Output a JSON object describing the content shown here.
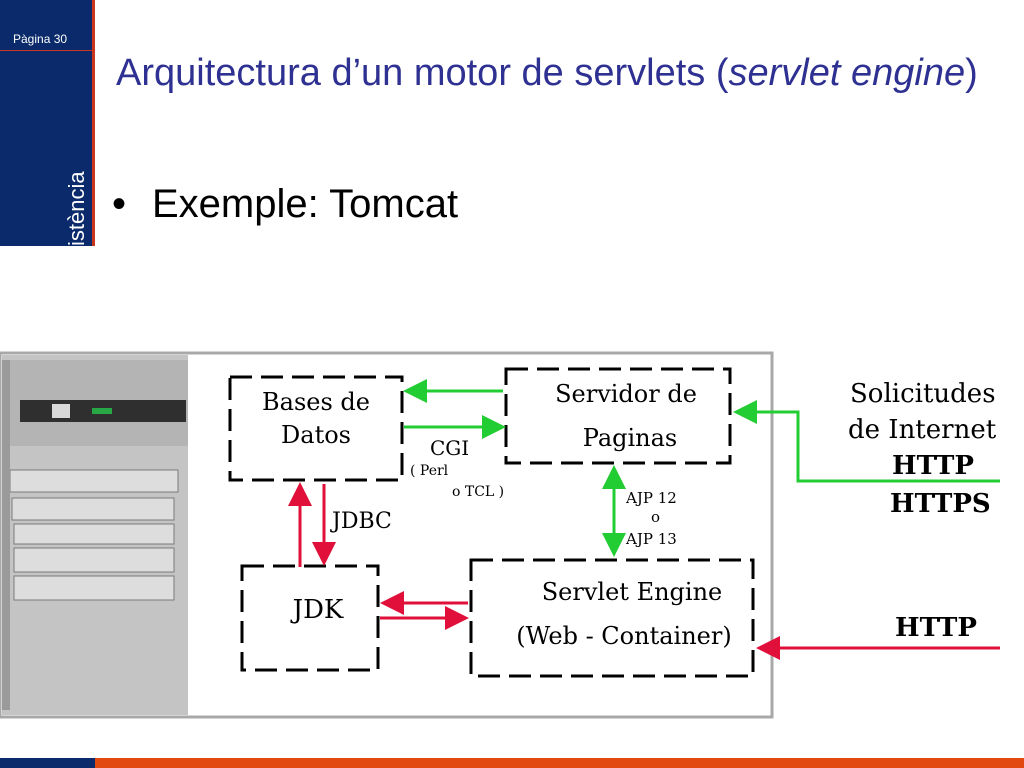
{
  "slide": {
    "page_label": "Pàgina 30",
    "sidebar_text": "istència",
    "title_prefix": "Arquitectura d’un motor de servlets (",
    "title_italic": "servlet engine",
    "title_suffix": ")",
    "bullet": "Exemple: Tomcat"
  },
  "diagram": {
    "bases_de_datos": [
      "Bases de",
      "Datos"
    ],
    "servidor": [
      "Servidor de",
      "Paginas"
    ],
    "jdk": "JDK",
    "servlet_engine": [
      "Servlet Engine",
      "(Web - Container)"
    ],
    "cgi": [
      "CGI",
      "( Perl",
      "o TCL )"
    ],
    "jdbc": "JDBC",
    "ajp": [
      "AJP 12",
      "o",
      "AJP 13"
    ],
    "solicitudes": [
      "Solicitudes",
      "de Internet"
    ],
    "http_1": "HTTP",
    "https": "HTTPS",
    "http_2": "HTTP"
  },
  "colors": {
    "title": "#2e3192",
    "sidebar": "#0a2a6b",
    "accent": "#e2490e",
    "green_arrow": "#22cc33",
    "red_arrow": "#e0103a"
  }
}
